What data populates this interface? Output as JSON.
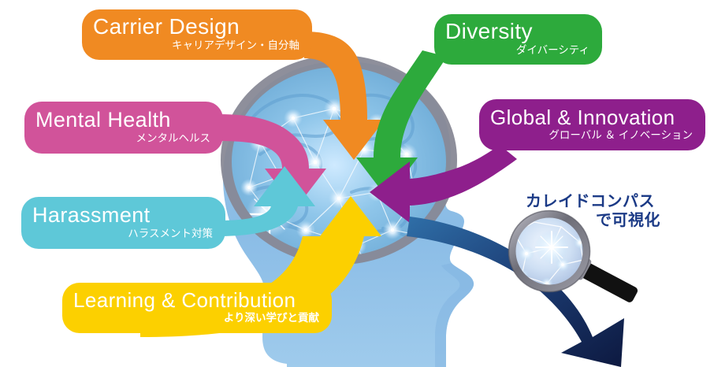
{
  "meta": {
    "title": "Kaleidcompass brain visualization infographic",
    "background": "#ffffff"
  },
  "palette": {
    "orange": "#F08A22",
    "green": "#2DAA3C",
    "pink": "#D1539A",
    "purple": "#8E1F8C",
    "cyan": "#5EC8D8",
    "yellow": "#FCD000",
    "navy": "#122257",
    "navy_text": "#1B3A86",
    "head_fill": "#8ABCE6",
    "skull_gray": "#8A8A96",
    "brain_blue": "#7FB8DF",
    "lens_rim": "#7A7A82",
    "handle_black": "#111111"
  },
  "badges": [
    {
      "id": "career",
      "en": "Carrier Design",
      "ja": "キャリアデザイン・自分軸",
      "color": "#F08A22",
      "arrow": "orange-arrow-down"
    },
    {
      "id": "diversity",
      "en": "Diversity",
      "ja": "ダイバーシティ",
      "color": "#2DAA3C",
      "arrow": "green-arrow-down"
    },
    {
      "id": "mental",
      "en": "Mental Health",
      "ja": "メンタルヘルス",
      "color": "#D1539A",
      "arrow": "pink-arrow-right"
    },
    {
      "id": "global",
      "en": "Global & Innovation",
      "ja": "グローバル ＆ イノベーション",
      "color": "#8E1F8C",
      "arrow": "purple-arrow-left"
    },
    {
      "id": "harassment",
      "en": "Harassment",
      "ja": "ハラスメント対策",
      "color": "#5EC8D8",
      "arrow": "cyan-arrow-right"
    },
    {
      "id": "learning",
      "en": "Learning & Contribution",
      "ja": "より深い学びと貢献",
      "color": "#FCD000",
      "arrow": "yellow-arrow-up"
    }
  ],
  "visualize": {
    "line1": "カレイドコンパス",
    "line2": "で可視化",
    "color": "#1B3A86"
  },
  "graphics": {
    "head": "human-head-profile-silhouette",
    "brain": "glowing-neural-network-brain",
    "magnifier": "magnifying-glass-icon",
    "down_arrow": "navy-curved-down-arrow"
  }
}
